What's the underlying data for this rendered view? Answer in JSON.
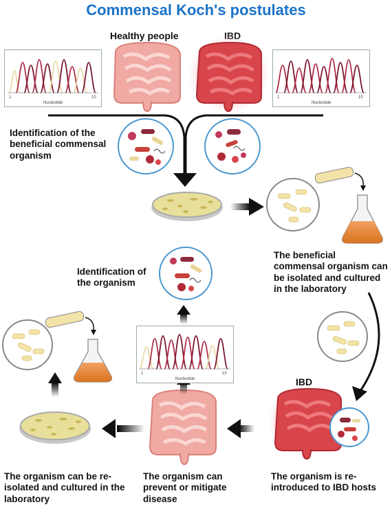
{
  "title": "Commensal Koch's postulates",
  "labels": {
    "healthy": "Healthy people",
    "ibd_top": "IBD",
    "ibd_right": "IBD",
    "identification_beneficial": "Identification of the beneficial commensal organism",
    "isolated_cultured": "The beneficial commensal organism can be isolated and cultured in the laboratory",
    "identification_organism": "Identification of the organism",
    "reintroduced": "The organism is re-introduced to IBD hosts",
    "prevent": "The organism can prevent or mitigate disease",
    "reisolated": "The organism can be re-isolated and cultured in the laboratory"
  },
  "chromatograms": [
    {
      "axis_title": "Nucleotide",
      "tick_start": "1",
      "tick_end": "10"
    },
    {
      "axis_title": "Nucleotide",
      "tick_start": "1",
      "tick_end": "10"
    },
    {
      "axis_title": "Nucleotide",
      "tick_start": "1",
      "tick_end": "10"
    }
  ],
  "colors": {
    "title": "#1b73c8",
    "healthy_gut": "#f0a9a3",
    "ibd_gut": "#d8454a",
    "culture_liquid": "#e98a37",
    "bacteria": "#f3e3a6",
    "peak_dark": "#7a1830",
    "peak_mid": "#b0304a",
    "peak_light": "#e9d9a8"
  }
}
